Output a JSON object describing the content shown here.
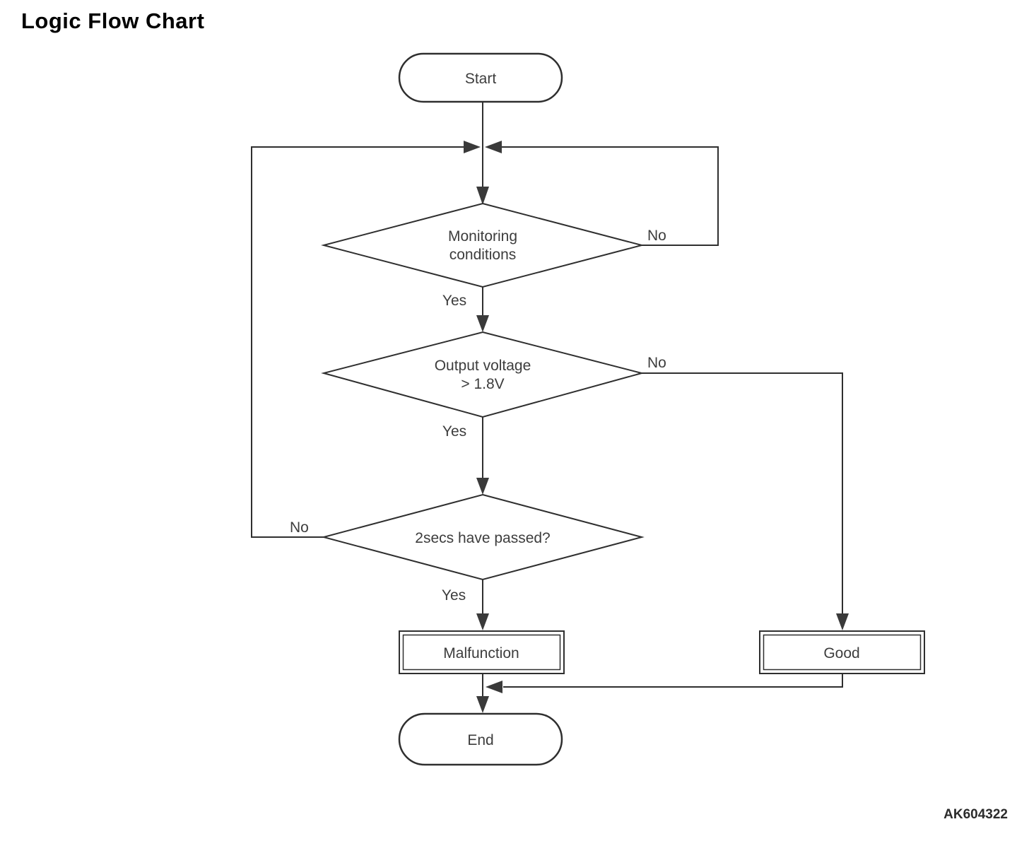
{
  "title": "Logic Flow Chart",
  "code_ref": "AK604322",
  "nodes": {
    "start": {
      "label": "Start",
      "type": "terminator"
    },
    "monitoring": {
      "label_line1": "Monitoring",
      "label_line2": "conditions",
      "type": "decision"
    },
    "voltage": {
      "label_line1": "Output voltage",
      "label_line2": "> 1.8V",
      "type": "decision"
    },
    "timer": {
      "label": "2secs have passed?",
      "type": "decision"
    },
    "malfunction": {
      "label": "Malfunction",
      "type": "process"
    },
    "good": {
      "label": "Good",
      "type": "process"
    },
    "end": {
      "label": "End",
      "type": "terminator"
    }
  },
  "edge_labels": {
    "monitoring_yes": "Yes",
    "monitoring_no": "No",
    "voltage_yes": "Yes",
    "voltage_no": "No",
    "timer_yes": "Yes",
    "timer_no": "No"
  },
  "colors": {
    "background": "#ffffff",
    "line": "#2f2f2f",
    "text": "#3d3d3d",
    "title": "#000000"
  }
}
